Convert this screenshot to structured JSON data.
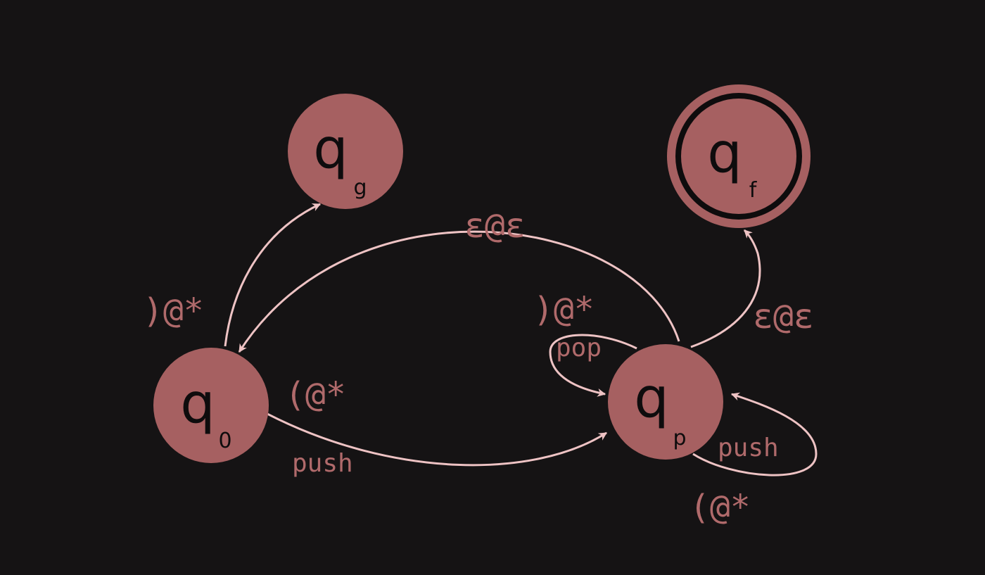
{
  "diagram": {
    "colors": {
      "background": "#151314",
      "state_fill": "#a66061",
      "edge": "#eec3c4",
      "label": "#b06a6b",
      "text": "#0e0c0d"
    },
    "states": [
      {
        "id": "q0",
        "letter": "q",
        "subscript": "0",
        "final": false
      },
      {
        "id": "qg",
        "letter": "q",
        "subscript": "g",
        "final": false
      },
      {
        "id": "qp",
        "letter": "q",
        "subscript": "p",
        "final": false
      },
      {
        "id": "qf",
        "letter": "q",
        "subscript": "f",
        "final": true
      }
    ],
    "transitions": [
      {
        "from": "q0",
        "to": "qg",
        "label": ")@*",
        "action": ""
      },
      {
        "from": "qp",
        "to": "q0",
        "label": "ε@ε",
        "action": ""
      },
      {
        "from": "q0",
        "to": "qp",
        "label": "(@*",
        "action": "push"
      },
      {
        "from": "qp",
        "to": "qp",
        "label": ")@*",
        "action": "pop"
      },
      {
        "from": "qp",
        "to": "qp",
        "label": "(@*",
        "action": "push"
      },
      {
        "from": "qp",
        "to": "qf",
        "label": "ε@ε",
        "action": ""
      }
    ]
  }
}
